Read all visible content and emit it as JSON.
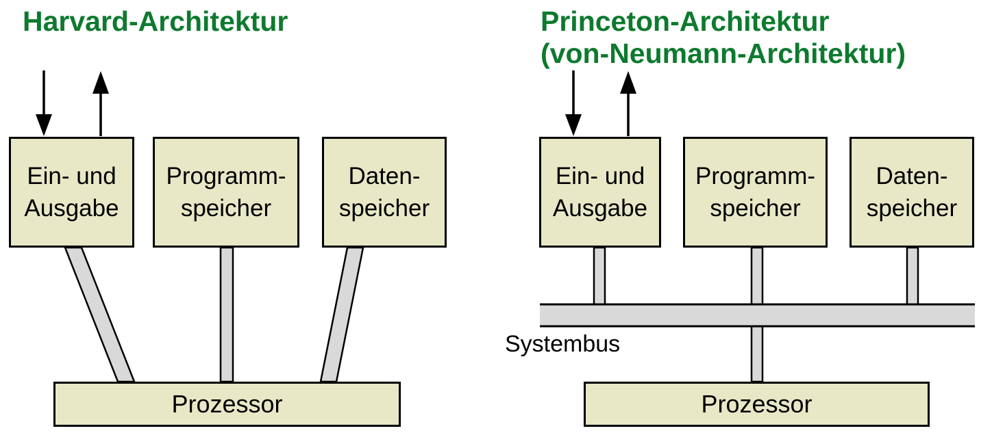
{
  "colors": {
    "title_green": "#0d7a2e",
    "box_fill": "#e8e8c7",
    "connector_gray": "#d9d9d9",
    "line_black": "#000000"
  },
  "harvard": {
    "title": "Harvard-Architektur",
    "boxes": [
      {
        "line1": "Ein- und",
        "line2": "Ausgabe"
      },
      {
        "line1": "Programm-",
        "line2": "speicher"
      },
      {
        "line1": "Daten-",
        "line2": "speicher"
      }
    ],
    "processor_label": "Prozessor"
  },
  "princeton": {
    "title_line1": "Princeton-Architektur",
    "title_line2": "(von-Neumann-Architektur)",
    "boxes": [
      {
        "line1": "Ein- und",
        "line2": "Ausgabe"
      },
      {
        "line1": "Programm-",
        "line2": "speicher"
      },
      {
        "line1": "Daten-",
        "line2": "speicher"
      }
    ],
    "bus_label": "Systembus",
    "processor_label": "Prozessor"
  }
}
